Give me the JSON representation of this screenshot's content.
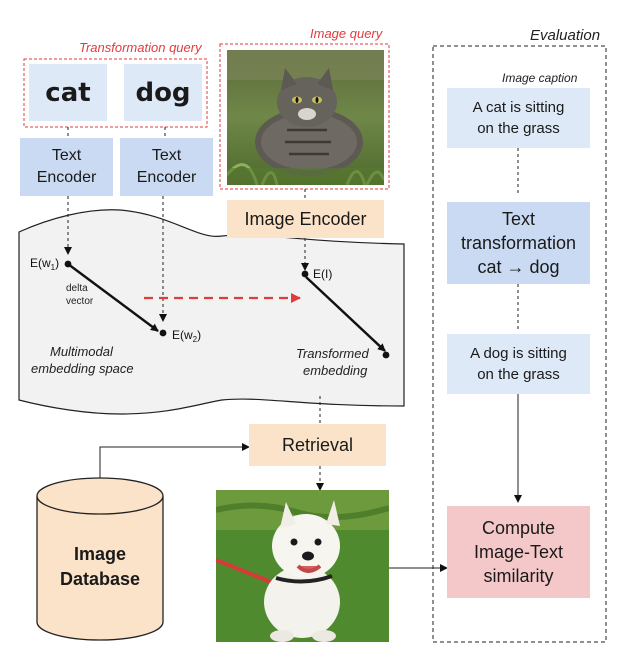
{
  "labels": {
    "transformation_query": "Transformation query",
    "image_query": "Image query",
    "evaluation": "Evaluation",
    "image_caption": "Image caption",
    "multimodal_space_1": "Multimodal",
    "multimodal_space_2": "embedding space",
    "transformed_1": "Transformed",
    "transformed_2": "embedding",
    "delta_1": "delta",
    "delta_2": "vector"
  },
  "words": {
    "source": "cat",
    "target": "dog"
  },
  "encoders": {
    "text_1": [
      "Text",
      "Encoder"
    ],
    "text_2": [
      "Text",
      "Encoder"
    ],
    "image": "Image Encoder"
  },
  "points": {
    "w1": "E(w",
    "w1_sub": "1",
    "w2": "E(w",
    "w2_sub": "2",
    "close": ")",
    "img": "E(I)"
  },
  "retrieval": "Retrieval",
  "database": [
    "Image",
    "Database"
  ],
  "evaluation": {
    "caption_1": [
      "A cat is sitting",
      "on the grass"
    ],
    "transform": [
      "Text",
      "transformation",
      "cat → dog"
    ],
    "caption_2": [
      "A dog is sitting",
      "on the grass"
    ],
    "compute": [
      "Compute",
      "Image-Text",
      "similarity"
    ]
  },
  "colors": {
    "accent_red": "#e33b3b",
    "encoder_blue": "#c9daf2",
    "caption_blue": "#dde9f6",
    "peach": "#fbe3c9",
    "pink": "#f4c8c8"
  }
}
